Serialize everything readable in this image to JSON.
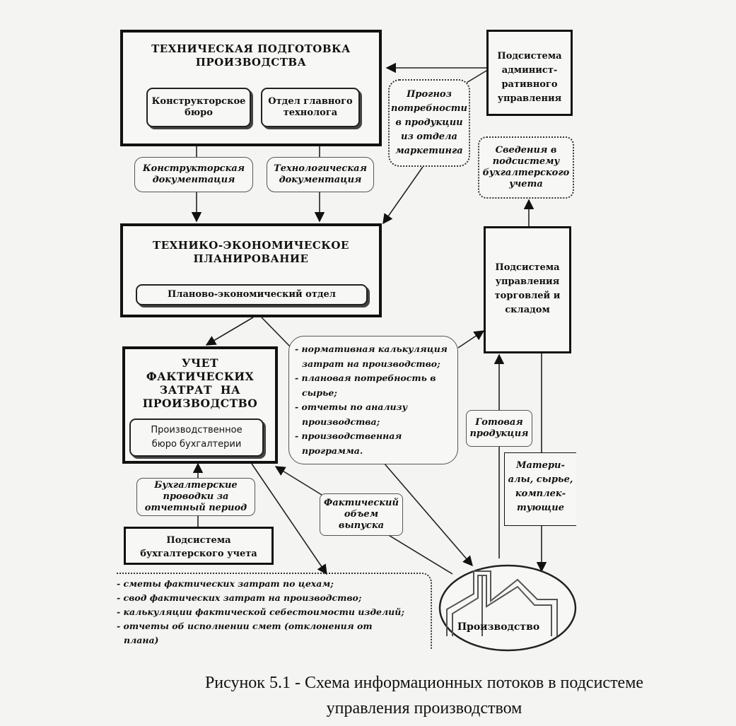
{
  "tech_prep": {
    "title_1": "ТЕХНИЧЕСКАЯ ПОДГОТОВКА",
    "title_2": "ПРОИЗВОДСТВА",
    "design_bureau_1": "Конструкторское",
    "design_bureau_2": "бюро",
    "chief_tech_1": "Отдел главного",
    "chief_tech_2": "технолога"
  },
  "admin": {
    "line_1": "Подсистема",
    "line_2": "админист-",
    "line_3": "ративного",
    "line_4": "управления"
  },
  "forecast": {
    "line_1": "Прогноз",
    "line_2": "потребности",
    "line_3": "в продукции",
    "line_4": "из отдела",
    "line_5": "маркетинга"
  },
  "accounting_info": {
    "line_1": "Сведения в",
    "line_2": "подсистему",
    "line_3": "бухгалтерского",
    "line_4": "учета"
  },
  "design_docs": {
    "line_1": "Конструкторская",
    "line_2": "документация"
  },
  "tech_docs": {
    "line_1": "Технологическая",
    "line_2": "документация"
  },
  "planning": {
    "title_1": "ТЕХНИКО-ЭКОНОМИЧЕСКОЕ",
    "title_2": "ПЛАНИРОВАНИЕ",
    "dept": "Планово-экономический отдел"
  },
  "trade": {
    "line_1": "Подсистема",
    "line_2": "управления",
    "line_3": "торговлей и",
    "line_4": "складом"
  },
  "cost_accounting": {
    "line_1": "УЧЕТ",
    "line_2": "ФАКТИЧЕСКИХ",
    "line_3": "ЗАТРАТ  НА",
    "line_4": "ПРОИЗВОДСТВО",
    "bureau_1": "Производственное",
    "bureau_2": "бюро бухгалтерии"
  },
  "normative_list": {
    "item_1": "- нормативная калькуляция",
    "item_2": "затрат на производство;",
    "item_3": "- плановая потребность в",
    "item_4": "сырье;",
    "item_5": "- отчеты по анализу",
    "item_6": "производства;",
    "item_7": "- производственная",
    "item_8": "программа."
  },
  "finished_goods": {
    "line_1": "Готовая",
    "line_2": "продукция"
  },
  "materials": {
    "line_1": "Матери-",
    "line_2": "алы, сырье,",
    "line_3": "комплек-",
    "line_4": "тующие"
  },
  "entries": {
    "line_1": "Бухгалтерские",
    "line_2": "проводки за",
    "line_3": "отчетный период"
  },
  "actual_output": {
    "line_1": "Фактический",
    "line_2": "объем",
    "line_3": "выпуска"
  },
  "accounting_subsystem": {
    "line_1": "Подсистема",
    "line_2": "бухгалтерского учета"
  },
  "reports_list": {
    "item_1": "- сметы фактических затрат по цехам;",
    "item_2": "- свод фактических затрат на производство;",
    "item_3": "- калькуляции фактической себестоимости изделий;",
    "item_4": "- отчеты об исполнении смет (отклонения от",
    "item_5": "плана)"
  },
  "production": {
    "label": "Производство"
  },
  "caption": {
    "line_1": "Рисунок 5.1 - Схема информационных потоков в подсистеме",
    "line_2": "управления производством"
  }
}
